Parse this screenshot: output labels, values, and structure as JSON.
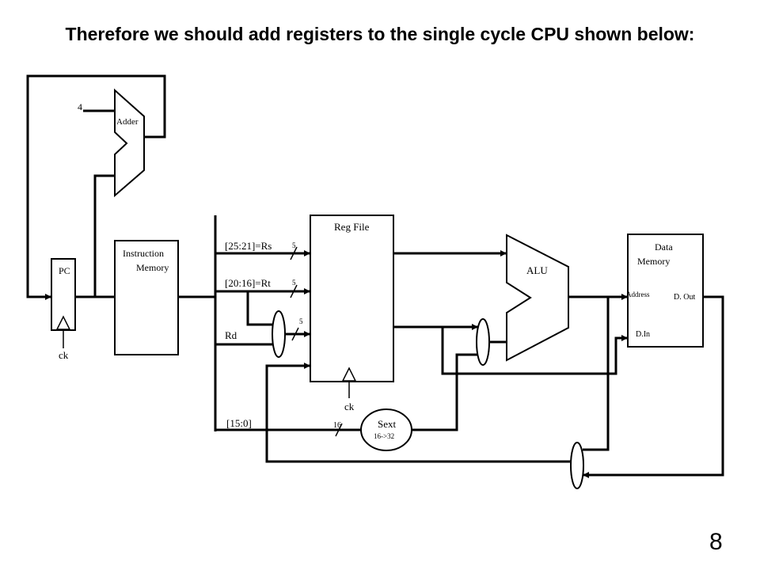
{
  "title": "Therefore we should add registers to the single cycle CPU shown below:",
  "page_number": "8",
  "labels": {
    "constant_four": "4",
    "adder": "Adder",
    "pc": "PC",
    "pc_clock": "ck",
    "imem_line1": "Instruction",
    "imem_line2": "Memory",
    "rs_field": "[25:21]=Rs",
    "rt_field": "[20:16]=Rt",
    "rd_field": "Rd",
    "imm_field": "[15:0]",
    "width_rs": "5",
    "width_rt": "5",
    "width_rd": "5",
    "width_imm": "16",
    "regfile": "Reg File",
    "regfile_clock": "ck",
    "alu": "ALU",
    "sext_line1": "Sext",
    "sext_line2": "16->32",
    "dmem_line1": "Data",
    "dmem_line2": "Memory",
    "dmem_address": "Address",
    "dmem_dout": "D. Out",
    "dmem_din": "D.In"
  }
}
